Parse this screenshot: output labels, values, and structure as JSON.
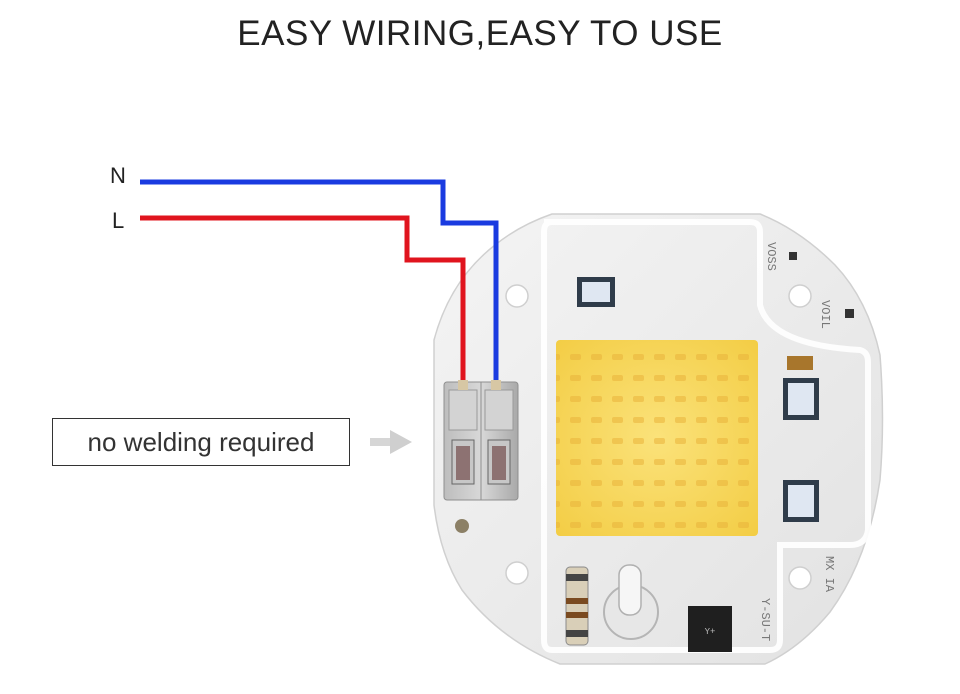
{
  "headline": "EASY WIRING,EASY TO USE",
  "wires": {
    "neutral": {
      "label": "N",
      "color": "#1a3be0"
    },
    "live": {
      "label": "L",
      "color": "#e0141e"
    }
  },
  "callout": {
    "text": "no welding required"
  },
  "board": {
    "marking_voltage": "VOSS",
    "marking_current": "VOIL",
    "marking_max": "MX IA",
    "marking_code": "Y-SU-T",
    "chip_color": "#f7d55a"
  }
}
